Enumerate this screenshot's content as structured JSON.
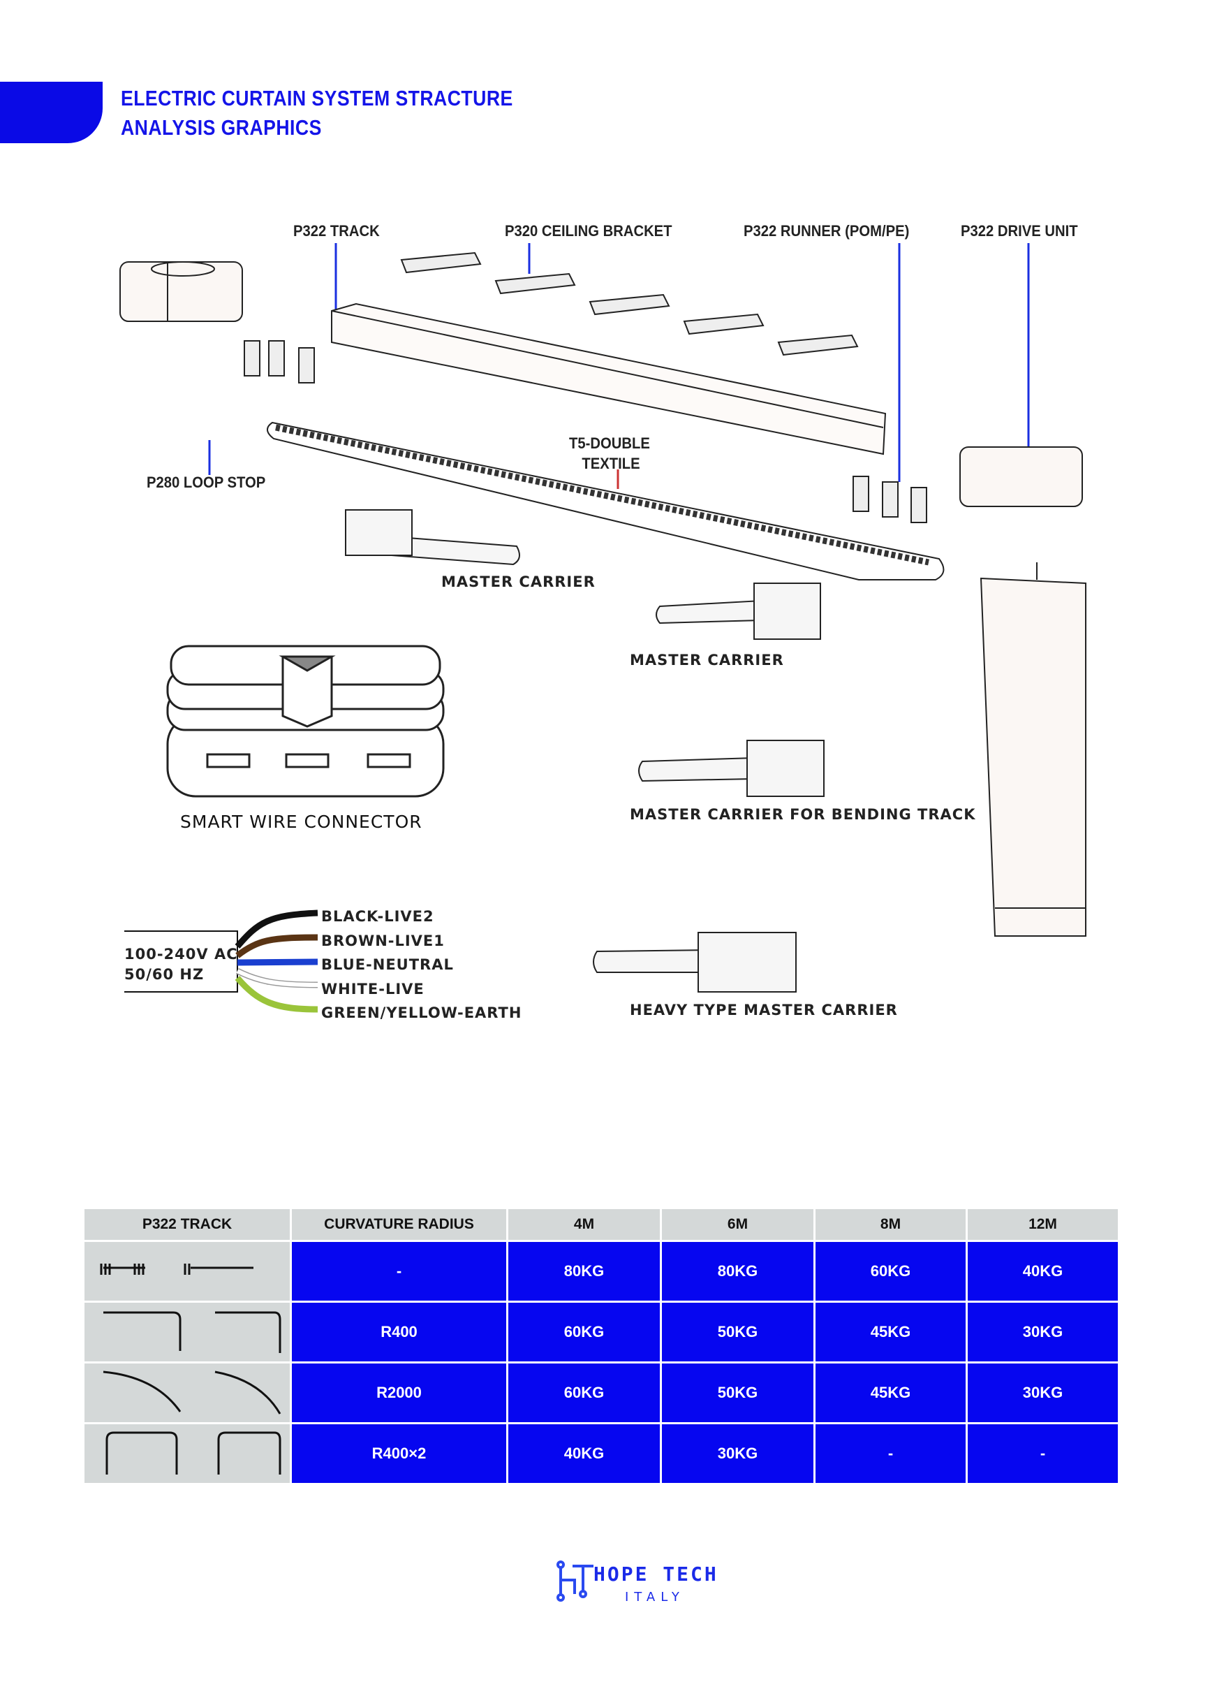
{
  "header": {
    "title_line1": "ELECTRIC CURTAIN SYSTEM STRACTURE",
    "title_line2": "ANALYSIS GRAPHICS"
  },
  "labels": {
    "track": "P322 TRACK",
    "bracket": "P320 CEILING BRACKET",
    "runner": "P322 RUNNER (POM/PE)",
    "drive": "P322 DRIVE UNIT",
    "loop_stop": "P280 LOOP STOP",
    "belt_line1": "T5-DOUBLE",
    "belt_line2": "TEXTILE",
    "master1": "MASTER CARRIER",
    "master2": "MASTER CARRIER",
    "smart": "SMART WIRE CONNECTOR",
    "bending": "MASTER CARRIER FOR BENDING TRACK",
    "heavy": "HEAVY TYPE MASTER CARRIER"
  },
  "wiring": {
    "power_line1": "100-240V AC",
    "power_line2": "50/60 HZ",
    "wires": [
      {
        "label": "BLACK-LIVE2",
        "color": "#111111"
      },
      {
        "label": "BROWN-LIVE1",
        "color": "#5a3414"
      },
      {
        "label": "BLUE-NEUTRAL",
        "color": "#1a3fd0"
      },
      {
        "label": "WHITE-LIVE",
        "color": "#eeeeee"
      },
      {
        "label": "GREEN/YELLOW-EARTH",
        "color": "#9ac43a"
      }
    ]
  },
  "table": {
    "headers": [
      "P322 TRACK",
      "CURVATURE RADIUS",
      "4M",
      "6M",
      "8M",
      "12M"
    ],
    "rows": [
      {
        "icon": "straight-track-icon",
        "radius": "-",
        "values": [
          "80KG",
          "80KG",
          "60KG",
          "40KG"
        ]
      },
      {
        "icon": "r400-corner-track-icon",
        "radius": "R400",
        "values": [
          "60KG",
          "50KG",
          "45KG",
          "30KG"
        ]
      },
      {
        "icon": "r2000-curve-track-icon",
        "radius": "R2000",
        "values": [
          "60KG",
          "50KG",
          "45KG",
          "30KG"
        ]
      },
      {
        "icon": "double-corner-track-icon",
        "radius": "R400×2",
        "values": [
          "40KG",
          "30KG",
          "-",
          "-"
        ]
      }
    ]
  },
  "logo": {
    "brand": "HOPE TECH",
    "sub": "ITALY"
  },
  "colors": {
    "accent": "#0a0ae6",
    "table_header": "#d4d8d8"
  }
}
